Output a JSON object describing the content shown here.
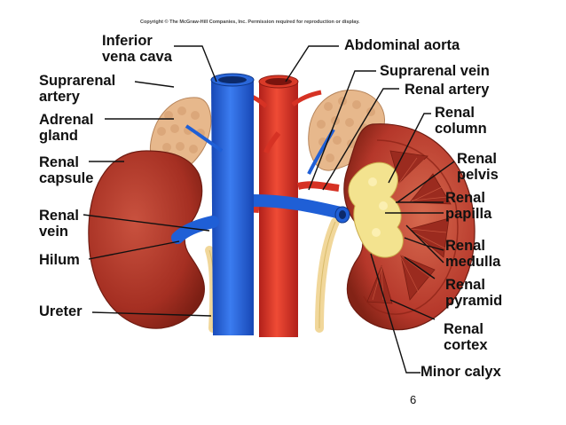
{
  "copyright": "Copyright © The McGraw-Hill Companies, Inc. Permission required for reproduction or display.",
  "labels": {
    "ivc_1": "Inferior",
    "ivc_2": "vena cava",
    "aorta": "Abdominal aorta",
    "suprarenal_artery_1": "Suprarenal",
    "suprarenal_artery_2": "artery",
    "suprarenal_vein": "Suprarenal vein",
    "adrenal_1": "Adrenal",
    "adrenal_2": "gland",
    "renal_artery": "Renal artery",
    "renal_column_1": "Renal",
    "renal_column_2": "column",
    "capsule_1": "Renal",
    "capsule_2": "capsule",
    "pelvis_1": "Renal",
    "pelvis_2": "pelvis",
    "papilla_1": "Renal",
    "papilla_2": "papilla",
    "vein_1": "Renal",
    "vein_2": "vein",
    "medulla_1": "Renal",
    "medulla_2": "medulla",
    "hilum": "Hilum",
    "pyramid_1": "Renal",
    "pyramid_2": "pyramid",
    "ureter": "Ureter",
    "cortex_1": "Renal",
    "cortex_2": "cortex",
    "minor_calyx": "Minor calyx"
  },
  "page_number": "6",
  "colors": {
    "kidney": "#b5372a",
    "kidney_dark": "#8e2418",
    "vein": "#1f5fd6",
    "artery": "#d63224",
    "adrenal": "#e7b88c",
    "ureter": "#f1d79a",
    "pelvis": "#f3e38f"
  }
}
